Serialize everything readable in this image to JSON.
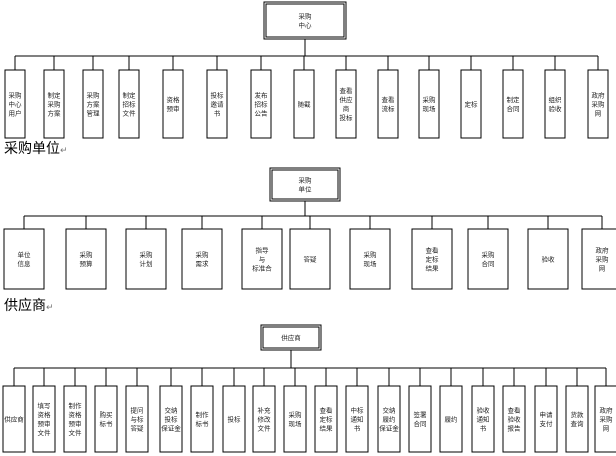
{
  "sections": [
    {
      "root": [
        "采购",
        "中心"
      ],
      "children": [
        [
          "采购",
          "中心",
          "用户"
        ],
        [
          "制定",
          "采购",
          "方案"
        ],
        [
          "采购",
          "方案",
          "管理"
        ],
        [
          "制定",
          "招标",
          "文件"
        ],
        [
          "资格",
          "预审"
        ],
        [
          "投标",
          "邀请",
          "书"
        ],
        [
          "发布",
          "招标",
          "公告"
        ],
        [
          "随截"
        ],
        [
          "查看",
          "供应",
          "商",
          "投标"
        ],
        [
          "查看",
          "流标"
        ],
        [
          "采购",
          "现场"
        ],
        [
          "定标"
        ],
        [
          "制定",
          "合同"
        ],
        [
          "组织",
          "验收"
        ],
        [
          "政府",
          "采购",
          "网"
        ]
      ]
    },
    {
      "title": "采购单位",
      "root": [
        "采购",
        "单位"
      ],
      "children": [
        [
          "单位",
          "信息"
        ],
        [
          "采购",
          "预算"
        ],
        [
          "采购",
          "计划"
        ],
        [
          "采购",
          "需求"
        ],
        [
          "指导",
          "与",
          "标准合"
        ],
        [
          "答疑"
        ],
        [
          "采购",
          "现场"
        ],
        [
          "查看",
          "定标",
          "结果"
        ],
        [
          "采购",
          "合同"
        ],
        [
          "验收"
        ],
        [
          "政府",
          "采购",
          "网"
        ]
      ]
    },
    {
      "title": "供应商",
      "root": [
        "供应商"
      ],
      "children": [
        [
          "供应商"
        ],
        [
          "填写",
          "资格",
          "预审",
          "文件"
        ],
        [
          "制作",
          "资格",
          "预审",
          "文件"
        ],
        [
          "购买",
          "标书"
        ],
        [
          "提问",
          "与标",
          "答疑"
        ],
        [
          "交纳",
          "投标",
          "保证金"
        ],
        [
          "制作",
          "标书"
        ],
        [
          "投标"
        ],
        [
          "补充",
          "修改",
          "文件"
        ],
        [
          "采购",
          "现场"
        ],
        [
          "查看",
          "定标",
          "结果"
        ],
        [
          "中标",
          "通知",
          "书"
        ],
        [
          "交纳",
          "履约",
          "保证金"
        ],
        [
          "签署",
          "合同"
        ],
        [
          "履约"
        ],
        [
          "验收",
          "通知",
          "书"
        ],
        [
          "查看",
          "验收",
          "报告"
        ],
        [
          "申请",
          "支付"
        ],
        [
          "货款",
          "查询"
        ],
        [
          "政府",
          "采购",
          "网"
        ]
      ]
    }
  ],
  "colors": {
    "line": "#000000",
    "box": "#ffffff",
    "text": "#222222"
  }
}
